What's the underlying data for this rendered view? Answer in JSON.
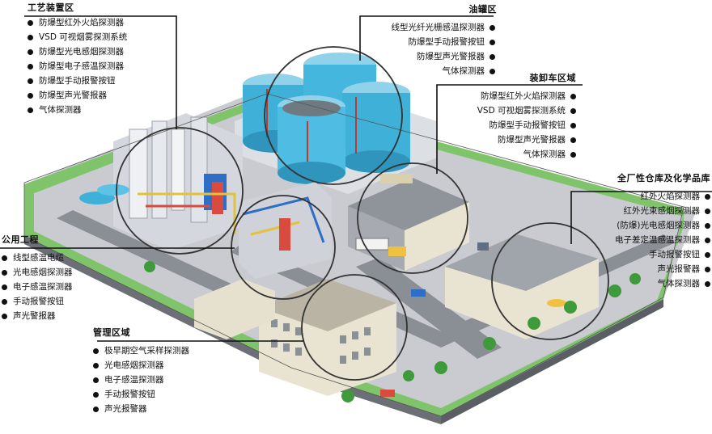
{
  "zones": {
    "process": {
      "title": "工艺装置区",
      "items": [
        "防爆型红外火焰探测器",
        "VSD 可视烟雾探测系统",
        "防爆型光电感烟探测器",
        "防爆型电子感温探测器",
        "防爆型手动报警按钮",
        "防爆型声光警报器",
        "气体探测器"
      ]
    },
    "tank": {
      "title": "油罐区",
      "items": [
        "线型光纤光栅感温探测器",
        "防爆型手动报警按钮",
        "防爆型声光警报器",
        "气体探测器"
      ]
    },
    "loading": {
      "title": "装卸车区域",
      "items": [
        "防爆型红外火焰探测器",
        "VSD 可视烟雾探测系统",
        "防爆型手动报警按钮",
        "防爆型声光警报器",
        "气体探测器"
      ]
    },
    "warehouse": {
      "title": "全厂性仓库及化学品库",
      "items": [
        "红外火焰探测器",
        "红外光束感烟探测器",
        "(防爆)光电感烟探测器",
        "电子差定温感温探测器",
        "手动报警按钮",
        "声光报警器",
        "气体探测器"
      ]
    },
    "utility": {
      "title": "公用工程",
      "items": [
        "线型感温电缆",
        "光电感烟探测器",
        "电子感温探测器",
        "手动报警按钮",
        "声光警报器"
      ]
    },
    "admin": {
      "title": "管理区域",
      "items": [
        "极早期空气采样探测器",
        "光电感烟探测器",
        "电子感温探测器",
        "手动报警按钮",
        "声光报警器"
      ]
    }
  },
  "colors": {
    "lawn": "#7fc46a",
    "road": "#8a8e95",
    "tank": "#3fb0d8",
    "roof": "#9a9ea4",
    "wall": "#e9e4d2",
    "line": "#111111"
  }
}
